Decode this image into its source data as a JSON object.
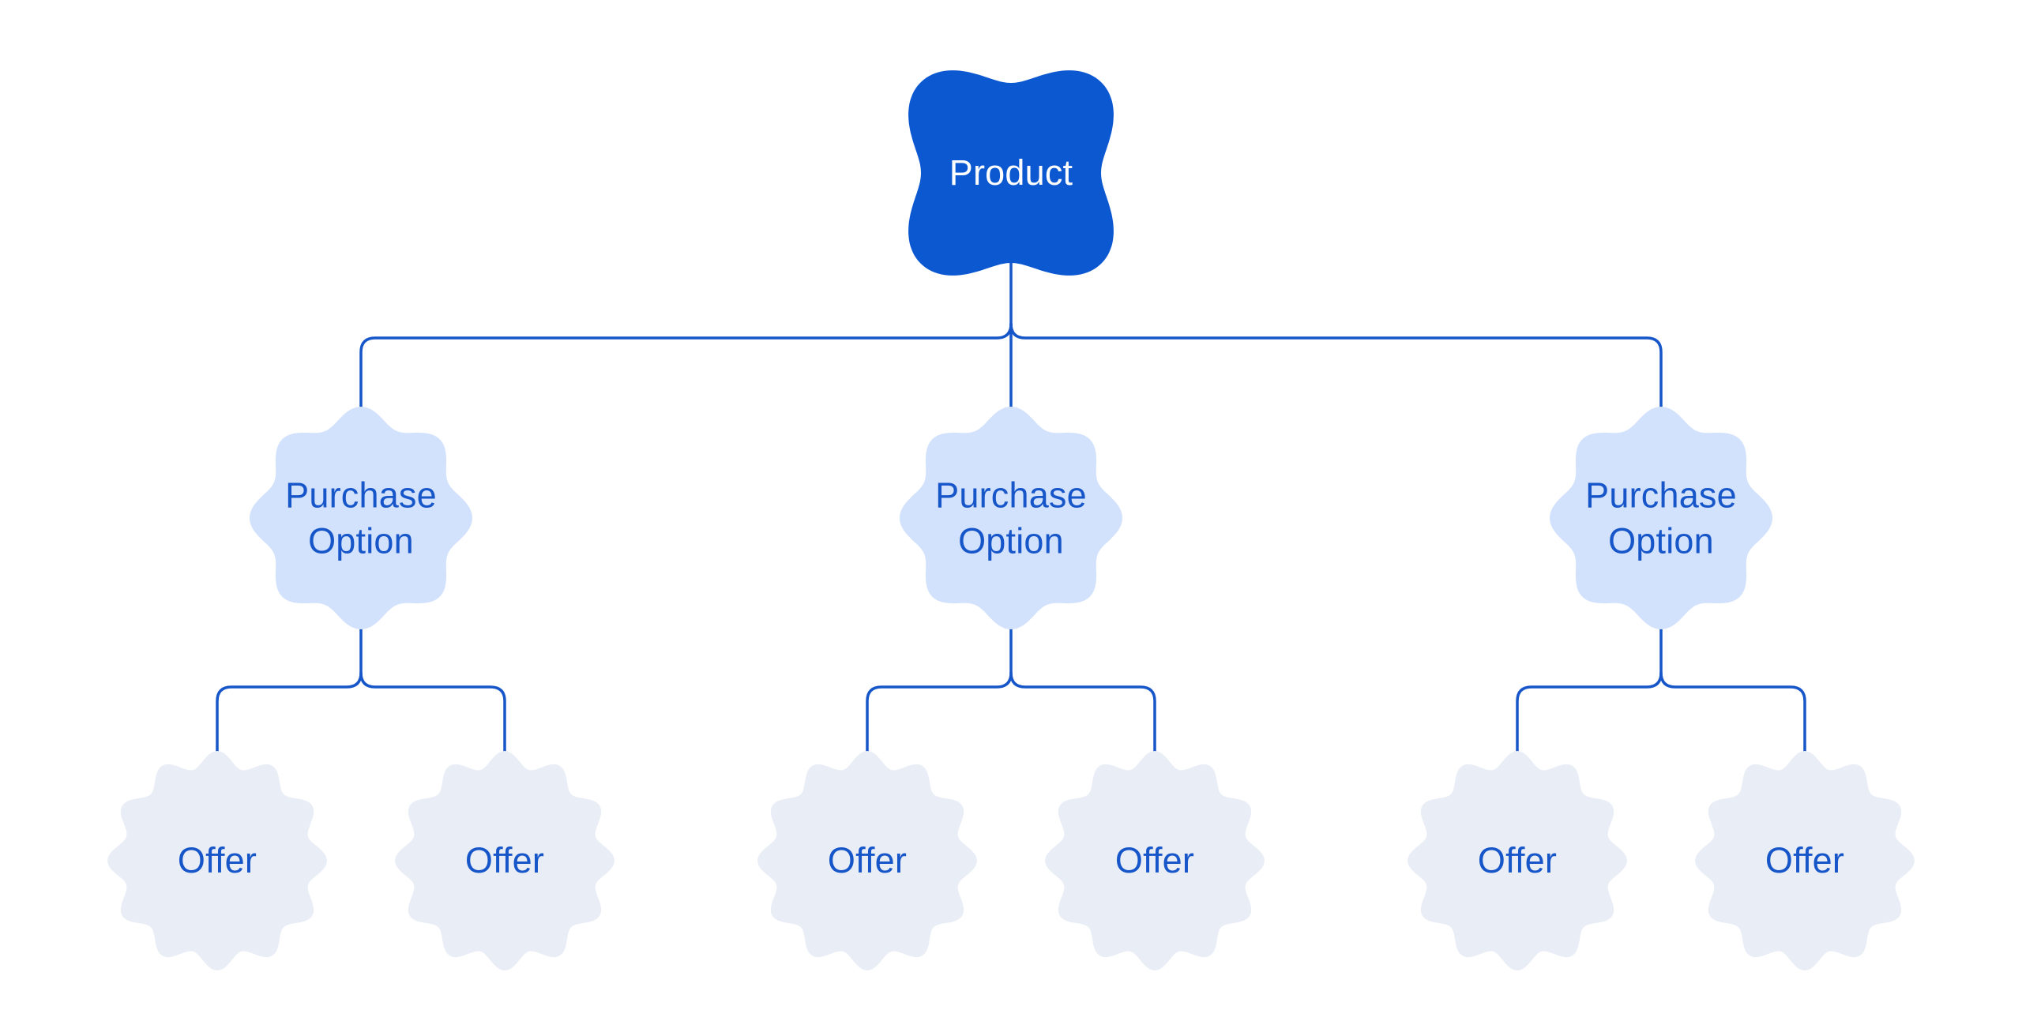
{
  "canvas": {
    "background": "#FFFFFF"
  },
  "colors": {
    "product_fill": "#0C58D1",
    "product_text": "#FFFFFF",
    "purchase_option_fill": "#D3E2FC",
    "offer_fill": "#E9EDF6",
    "node_text": "#1656C9",
    "connector": "#1656C9"
  },
  "diagram": {
    "type": "tree",
    "root": {
      "label": "Product",
      "shape": "four-lobe-cookie",
      "children": [
        {
          "label": "Purchase Option",
          "shape": "eight-lobe-flower",
          "children": [
            {
              "label": "Offer",
              "shape": "twelve-lobe-flower"
            },
            {
              "label": "Offer",
              "shape": "twelve-lobe-flower"
            }
          ]
        },
        {
          "label": "Purchase Option",
          "shape": "eight-lobe-flower",
          "children": [
            {
              "label": "Offer",
              "shape": "twelve-lobe-flower"
            },
            {
              "label": "Offer",
              "shape": "twelve-lobe-flower"
            }
          ]
        },
        {
          "label": "Purchase Option",
          "shape": "eight-lobe-flower",
          "children": [
            {
              "label": "Offer",
              "shape": "twelve-lobe-flower"
            },
            {
              "label": "Offer",
              "shape": "twelve-lobe-flower"
            }
          ]
        }
      ]
    }
  }
}
